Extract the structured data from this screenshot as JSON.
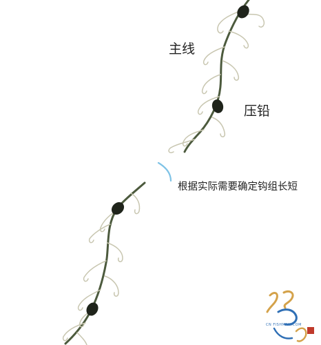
{
  "labels": {
    "main_line": "主线",
    "sinker": "压铅",
    "note": "根据实际需要确定钩组长短"
  },
  "watermark": {
    "text": "CN FISHMAN.COM"
  },
  "colors": {
    "line": "#4c5a3d",
    "sinker": "#1f241b",
    "hook": "#c8c6b0",
    "break_mark": "#7fc3e6",
    "accent_blue": "#2f6fb5",
    "accent_gold": "#d4a24a",
    "accent_red": "#c0392b"
  }
}
